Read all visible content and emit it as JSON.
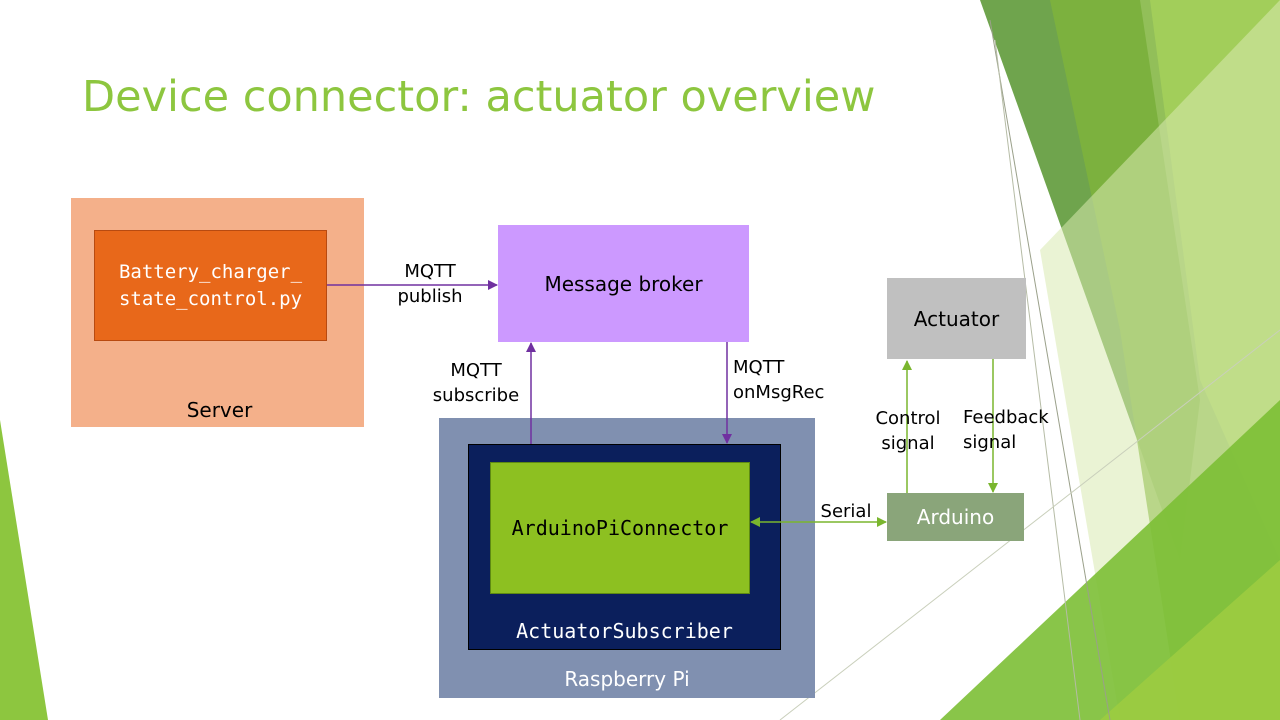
{
  "slide": {
    "title": "Device connector: actuator overview"
  },
  "server": {
    "label": "Server",
    "script_line1": "Battery_charger_",
    "script_line2": "state_control.py"
  },
  "broker": {
    "label": "Message broker"
  },
  "pi": {
    "label": "Raspberry Pi",
    "subscriber_label": "ActuatorSubscriber",
    "connector_label": "ArduinoPiConnector"
  },
  "actuator": {
    "label": "Actuator"
  },
  "arduino": {
    "label": "Arduino"
  },
  "edges": {
    "publish_line1": "MQTT",
    "publish_line2": "publish",
    "subscribe_line1": "MQTT",
    "subscribe_line2": "subscribe",
    "onmsg_line1": "MQTT",
    "onmsg_line2": "onMsgRec",
    "serial": "Serial",
    "control_line1": "Control",
    "control_line2": "signal",
    "feedback_line1": "Feedback",
    "feedback_line2": "signal"
  },
  "colors": {
    "title": "#8dc63f",
    "server_bg": "#f4b08a",
    "script_bg": "#e8681a",
    "broker_bg": "#cc99ff",
    "pi_bg": "#8090b0",
    "subscriber_bg": "#0b1f5c",
    "connector_bg": "#8dc021",
    "actuator_bg": "#c0c0c0",
    "arduino_bg": "#8aa57a",
    "mqtt_arrow": "#7030a0",
    "green_arrow": "#7ab62e"
  }
}
